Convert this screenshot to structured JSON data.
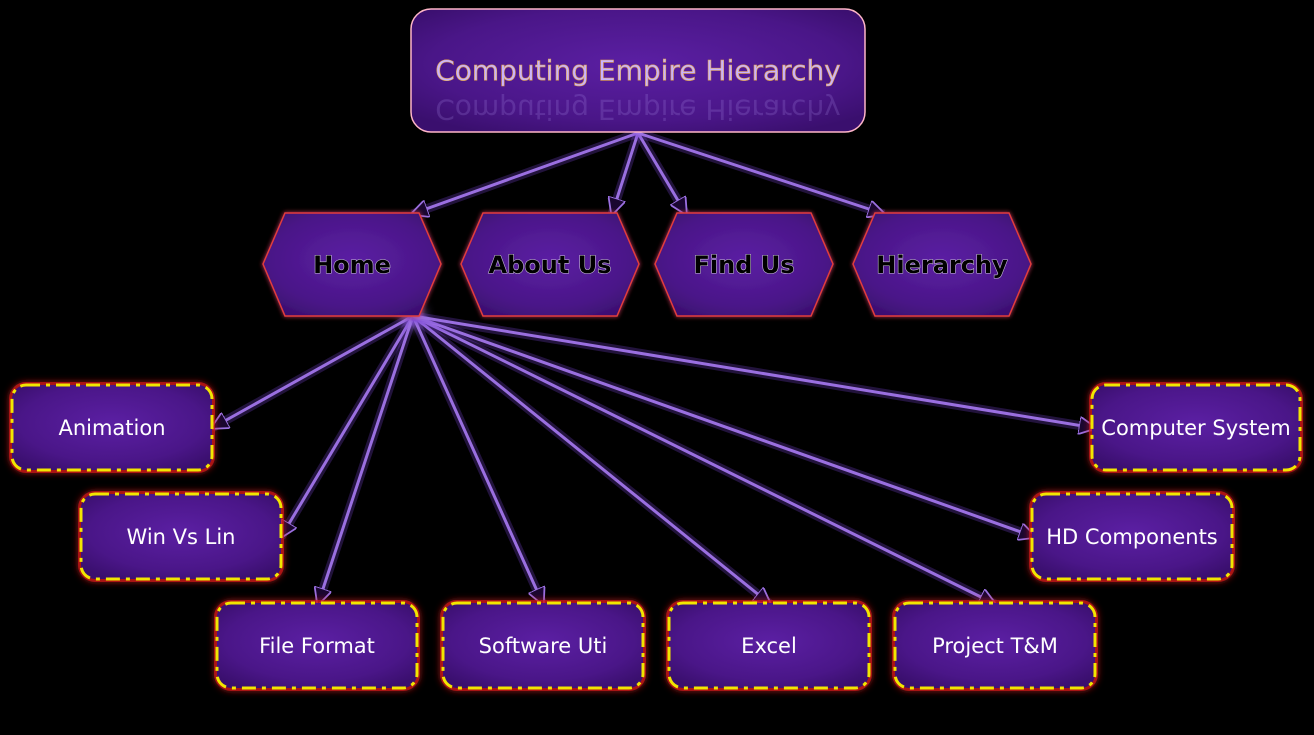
{
  "root": {
    "label": "Computing Empire Hierarchy"
  },
  "nav": {
    "home": "Home",
    "about": "About Us",
    "find": "Find Us",
    "hierarchy": "Hierarchy"
  },
  "leaves": {
    "animation": "Animation",
    "win_vs_lin": "Win Vs Lin",
    "file_format": "File Format",
    "software_uti": "Software Uti",
    "excel": "Excel",
    "project_tm": "Project T&M",
    "hd_components": "HD Components",
    "computer_system": "Computer System"
  },
  "colors": {
    "background": "#000000",
    "node_fill": "#4a1688",
    "node_border_root": "#ffb6c8",
    "node_border_hex": "#e23c3c",
    "leaf_dash": "#f2e600",
    "leaf_glow": "#d11a1a",
    "connector": "#9a6fe0"
  }
}
